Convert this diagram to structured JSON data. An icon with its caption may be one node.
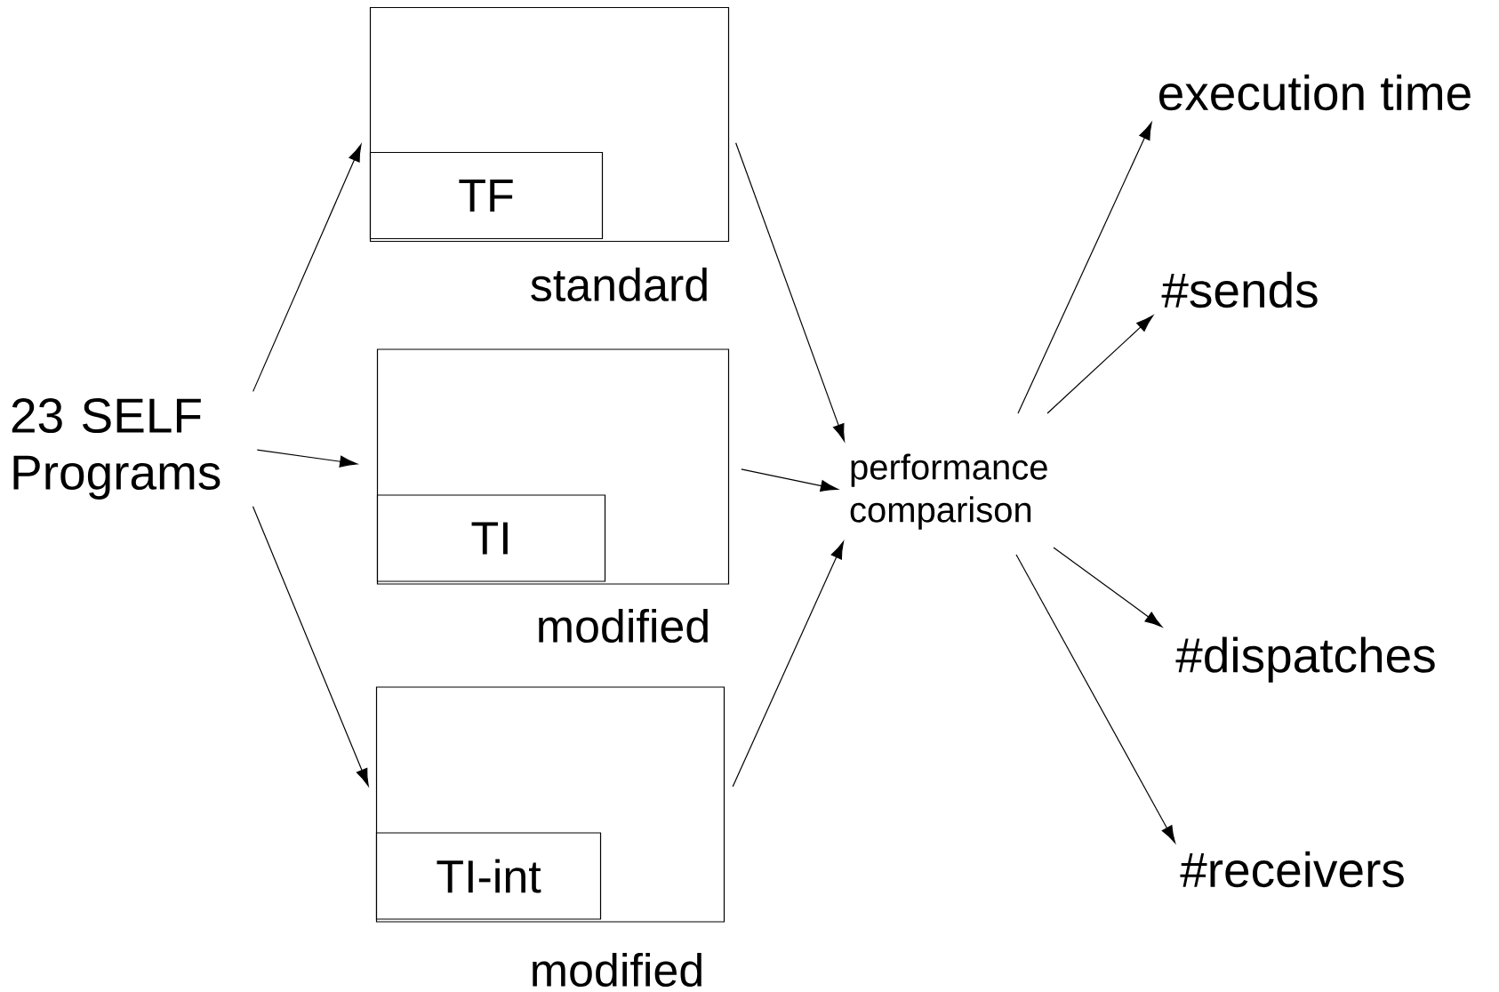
{
  "diagram": {
    "nodes": [
      {
        "text": [
          "23 SELF Programs"
        ]
      },
      {
        "text": [],
        "shape": "box",
        "beside": [
          "standard"
        ]
      },
      {
        "text": [
          "TF"
        ],
        "in": 1
      },
      {
        "text": [],
        "shape": "box",
        "beside": [
          "modified"
        ]
      },
      {
        "text": [
          "TI"
        ],
        "in": 3
      },
      {
        "text": [],
        "shape": "box",
        "beside": [
          "modified"
        ]
      },
      {
        "text": [
          "TI-int"
        ],
        "in": 5
      },
      {
        "text": [
          "performance comparison"
        ]
      },
      {
        "text": [
          "execution time"
        ]
      },
      {
        "text": [
          "#sends"
        ]
      },
      {
        "text": [
          "#dispatches"
        ]
      },
      {
        "text": [
          "#receivers"
        ]
      }
    ],
    "edges": [
      {
        "from": 0,
        "to": 1,
        "arrow": "to"
      },
      {
        "from": 0,
        "to": 3,
        "arrow": "to"
      },
      {
        "from": 0,
        "to": 5,
        "arrow": "to"
      },
      {
        "from": 1,
        "to": 7,
        "arrow": "to"
      },
      {
        "from": 3,
        "to": 7,
        "arrow": "to"
      },
      {
        "from": 5,
        "to": 7,
        "arrow": "to"
      },
      {
        "from": 7,
        "to": 8,
        "arrow": "to"
      },
      {
        "from": 7,
        "to": 9,
        "arrow": "to"
      },
      {
        "from": 7,
        "to": 10,
        "arrow": "to"
      },
      {
        "from": 7,
        "to": 11,
        "arrow": "to"
      }
    ]
  }
}
